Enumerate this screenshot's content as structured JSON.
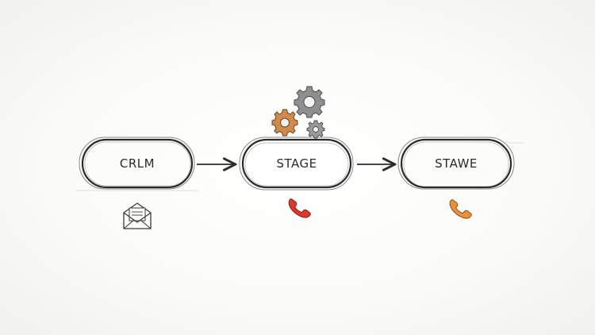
{
  "nodes": [
    {
      "label": "CRLM",
      "icon": "envelope-icon"
    },
    {
      "label": "STAGE",
      "icon": "phone-icon",
      "icon_color": "#d93a2b"
    },
    {
      "label": "STAWE",
      "icon": "phone-icon",
      "icon_color": "#e8913a"
    }
  ],
  "gears": [
    {
      "icon": "gear-icon",
      "color": "#8f8f8f"
    },
    {
      "icon": "gear-icon",
      "color": "#cf8a4c"
    },
    {
      "icon": "gear-icon",
      "color": "#9a9a9a"
    }
  ],
  "colors": {
    "stroke": "#2b2b2b",
    "background": "#fafaf8"
  }
}
